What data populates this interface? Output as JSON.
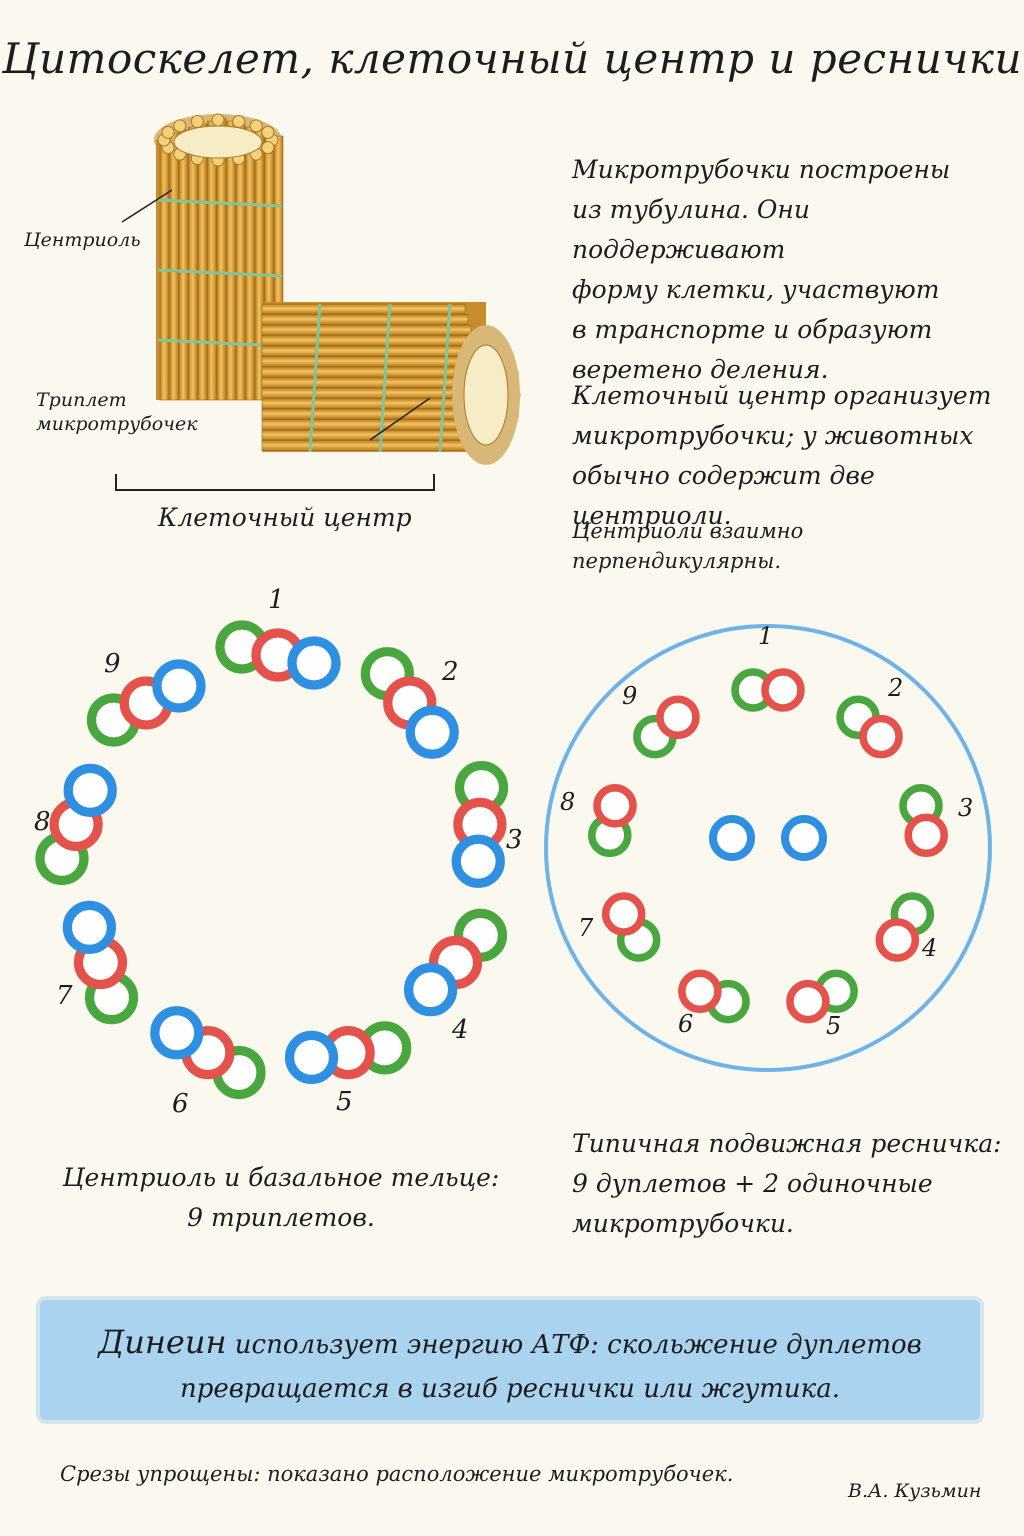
{
  "title": "Цитоскелет, клеточный центр и реснички",
  "paragraphs": {
    "p1": "Микротрубочки построены\nиз тубулина. Они поддерживают\nформу клетки, участвуют\nв транспорте и образуют\nверетено деления.",
    "p2": "Клеточный центр организует\nмикротрубочки; у животных\nобычно содержит две центриоли.",
    "p3": "Центриоли взаимно перпендикулярны."
  },
  "illustration_labels": {
    "centriole": "Центриоль",
    "triplet": "Триплет\nмикротрубочек",
    "cell_center": "Клеточный центр"
  },
  "triplet_numbers": [
    "1",
    "2",
    "3",
    "4",
    "5",
    "6",
    "7",
    "8",
    "9"
  ],
  "doublet_numbers": [
    "1",
    "2",
    "3",
    "4",
    "5",
    "6",
    "7",
    "8",
    "9"
  ],
  "captions": {
    "left": "Центриоль и базальное тельце:\n9 триплетов.",
    "right": "Типичная подвижная ресничка:\n9 дуплетов + 2 одиночные\nмикротрубочки."
  },
  "banner": {
    "bold": "Динеин",
    "rest_line1": " использует энергию АТФ: скольжение дуплетов",
    "line2": "превращается в изгиб реснички или жгутика."
  },
  "footnote": "Срезы упрощены: показано расположение микротрубочек.",
  "author": "В.А. Кузьмин",
  "colors": {
    "green": "#4aa63f",
    "red": "#e4534b",
    "blue": "#2f8fe0",
    "tube": "#e0a93a",
    "link": "#7fc49a",
    "banner": "#a9d3ee"
  }
}
